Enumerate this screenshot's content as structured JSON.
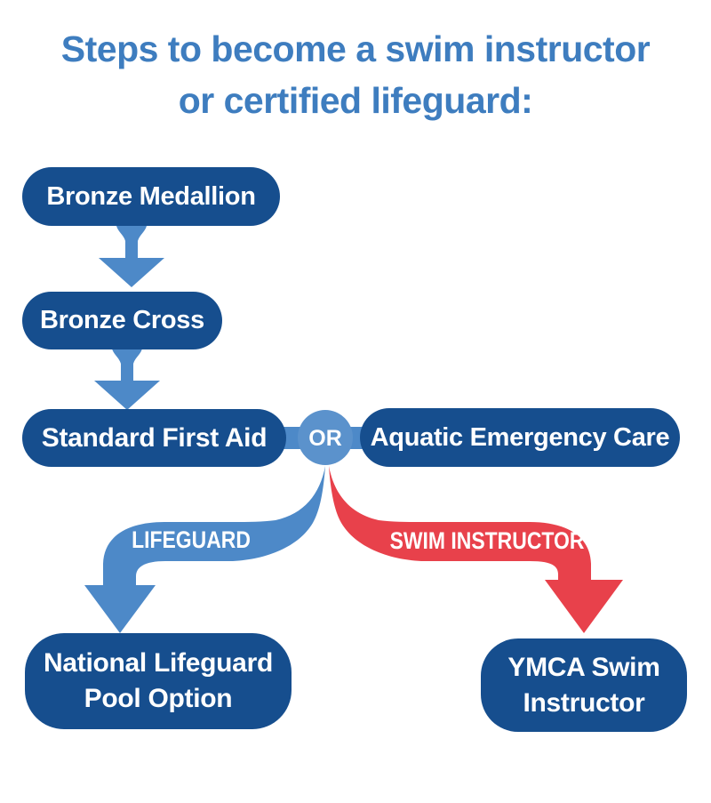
{
  "title": {
    "line1": "Steps to become a swim instructor",
    "line2": "or certified lifeguard:"
  },
  "steps": {
    "bronze_medallion": {
      "label": "Bronze Medallion"
    },
    "bronze_cross": {
      "label": "Bronze Cross"
    },
    "standard_first_aid": {
      "label": "Standard First Aid"
    },
    "aquatic_emergency_care": {
      "label": "Aquatic Emergency Care"
    },
    "national_lifeguard_pool_option": {
      "line1": "National Lifeguard",
      "line2": "Pool Option"
    },
    "ymca_swim_instructor": {
      "line1": "YMCA Swim",
      "line2": "Instructor"
    }
  },
  "connectors": {
    "or_label": "OR",
    "lifeguard_branch_label": "LIFEGUARD",
    "swim_instructor_branch_label": "SWIM INSTRUCTOR"
  },
  "colors": {
    "title_blue": "#3E7DBF",
    "node_dark_blue": "#164E8E",
    "arrow_light_blue": "#4D89C8",
    "or_circle_blue": "#5B92CC",
    "swim_instructor_red": "#E8414B",
    "text_white": "#FFFFFF"
  }
}
